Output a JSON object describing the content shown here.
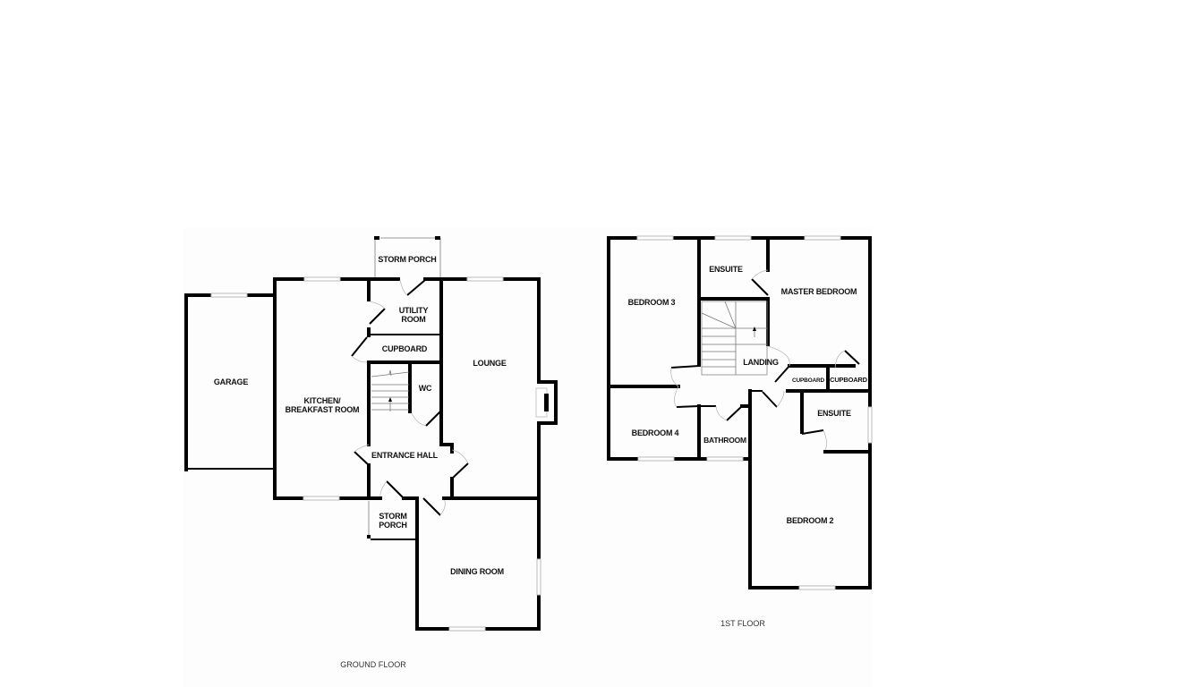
{
  "ground_floor": {
    "title": "GROUND FLOOR",
    "rooms": {
      "storm_porch_top": "STORM PORCH",
      "utility_room_line1": "UTILITY",
      "utility_room_line2": "ROOM",
      "cupboard": "CUPBOARD",
      "lounge": "LOUNGE",
      "garage": "GARAGE",
      "kitchen_line1": "KITCHEN/",
      "kitchen_line2": "BREAKFAST ROOM",
      "wc": "WC",
      "entrance_hall": "ENTRANCE HALL",
      "storm_porch_front_line1": "STORM",
      "storm_porch_front_line2": "PORCH",
      "dining_room": "DINING ROOM"
    }
  },
  "first_floor": {
    "title": "1ST FLOOR",
    "rooms": {
      "bedroom_3": "BEDROOM 3",
      "ensuite_top": "ENSUITE",
      "master_bedroom": "MASTER BEDROOM",
      "landing": "LANDING",
      "cupboard_1": "CUPBOARD",
      "cupboard_2": "CUPBOARD",
      "ensuite_right": "ENSUITE",
      "bedroom_4": "BEDROOM 4",
      "bathroom": "BATHROOM",
      "bedroom_2": "BEDROOM 2"
    }
  },
  "colors": {
    "wall": "#000000",
    "background": "#ffffff",
    "window": "#bbbbbb"
  }
}
